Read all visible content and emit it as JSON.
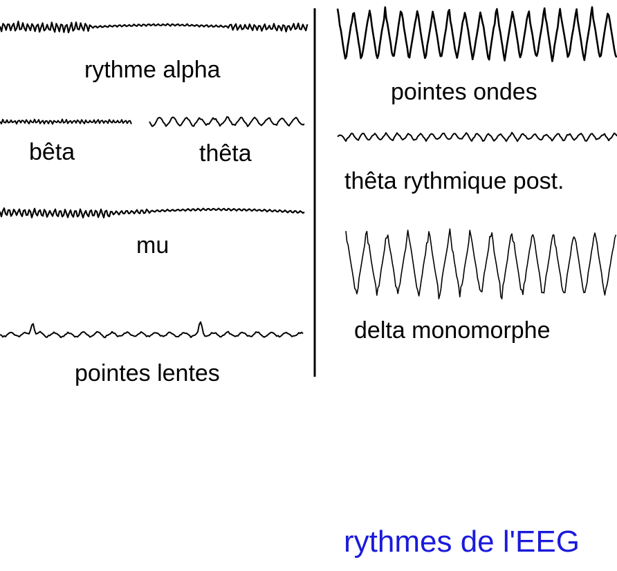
{
  "labels": {
    "alpha": "rythme alpha",
    "beta": "bêta",
    "theta": "thêta",
    "mu": "mu",
    "pointes_lentes": "pointes lentes",
    "pointes_ondes": "pointes ondes",
    "theta_post": "thêta rythmique post.",
    "delta_mono": "delta monomorphe"
  },
  "title": "rythmes de l'EEG",
  "colors": {
    "title": "#1a1adb",
    "ink": "#000000"
  }
}
